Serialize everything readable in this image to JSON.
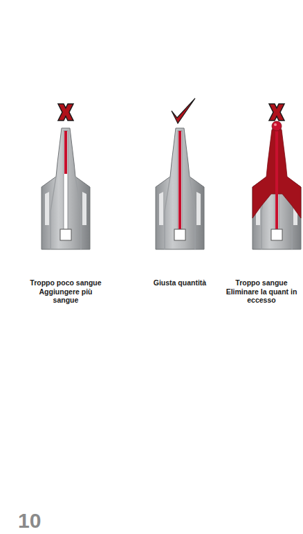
{
  "diagram": {
    "labels": [
      "Troppo poco sangue Aggiungere più sangue",
      "Giusta quantità",
      "Troppo sangue Eliminare la quant in eccesso",
      "10"
    ]
  }
}
